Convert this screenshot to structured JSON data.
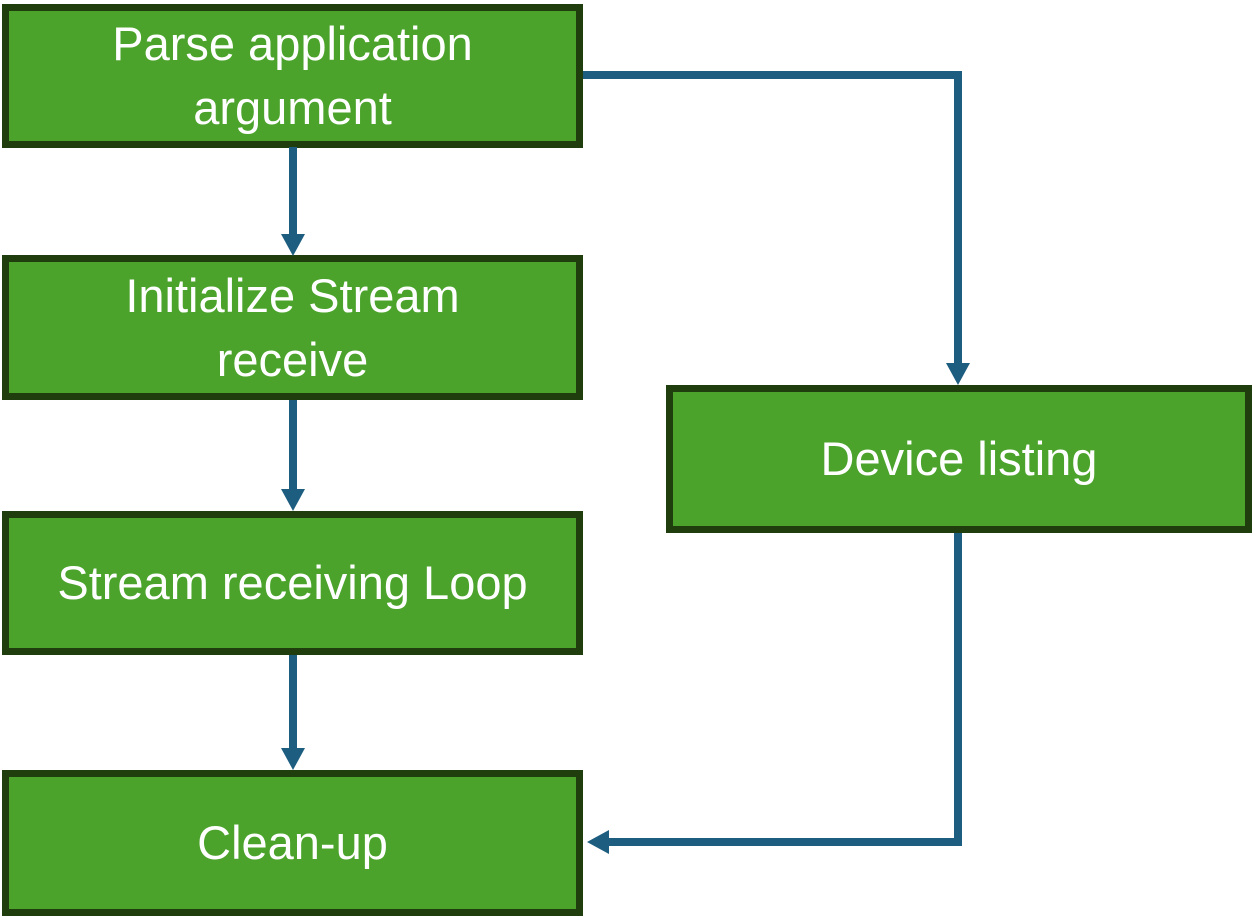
{
  "diagram": {
    "type": "flowchart",
    "nodes": [
      {
        "id": "parse-application-argument",
        "label": "Parse application\nargument"
      },
      {
        "id": "initialize-stream-receive",
        "label": "Initialize Stream\nreceive"
      },
      {
        "id": "stream-receiving-loop",
        "label": "Stream receiving Loop"
      },
      {
        "id": "clean-up",
        "label": "Clean-up"
      },
      {
        "id": "device-listing",
        "label": "Device listing"
      }
    ],
    "edges": [
      {
        "from": "parse-application-argument",
        "to": "initialize-stream-receive",
        "style": "straight-down-arrow"
      },
      {
        "from": "initialize-stream-receive",
        "to": "stream-receiving-loop",
        "style": "straight-down-arrow"
      },
      {
        "from": "stream-receiving-loop",
        "to": "clean-up",
        "style": "straight-down-arrow"
      },
      {
        "from": "parse-application-argument",
        "to": "device-listing",
        "style": "elbow-right-then-down-arrow"
      },
      {
        "from": "device-listing",
        "to": "clean-up",
        "style": "elbow-down-then-left-arrow"
      }
    ],
    "colors": {
      "node_fill": "#4BA32B",
      "node_border": "#1F3D0D",
      "connector": "#1D5D80",
      "text": "#FFFFFF",
      "background": "#FFFFFF"
    }
  }
}
